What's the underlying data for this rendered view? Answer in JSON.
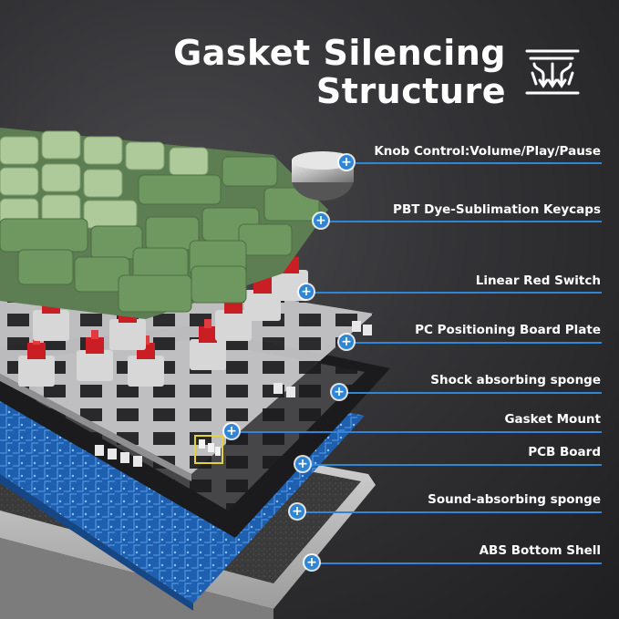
{
  "title": {
    "line1": "Gasket Silencing",
    "line2": "Structure"
  },
  "accent_color": "#2f86d6",
  "icons": {
    "header": "spring-mount-icon",
    "marker": "plus-icon"
  },
  "marker_symbol": "+",
  "callouts": [
    {
      "label": "Knob Control:Volume/Play/Pause"
    },
    {
      "label": "PBT Dye-Sublimation Keycaps"
    },
    {
      "label": "Linear Red Switch"
    },
    {
      "label": "PC Positioning Board Plate"
    },
    {
      "label": "Shock absorbing sponge"
    },
    {
      "label": "Gasket Mount"
    },
    {
      "label": "PCB Board"
    },
    {
      "label": "Sound-absorbing sponge"
    },
    {
      "label": "ABS Bottom Shell"
    }
  ]
}
